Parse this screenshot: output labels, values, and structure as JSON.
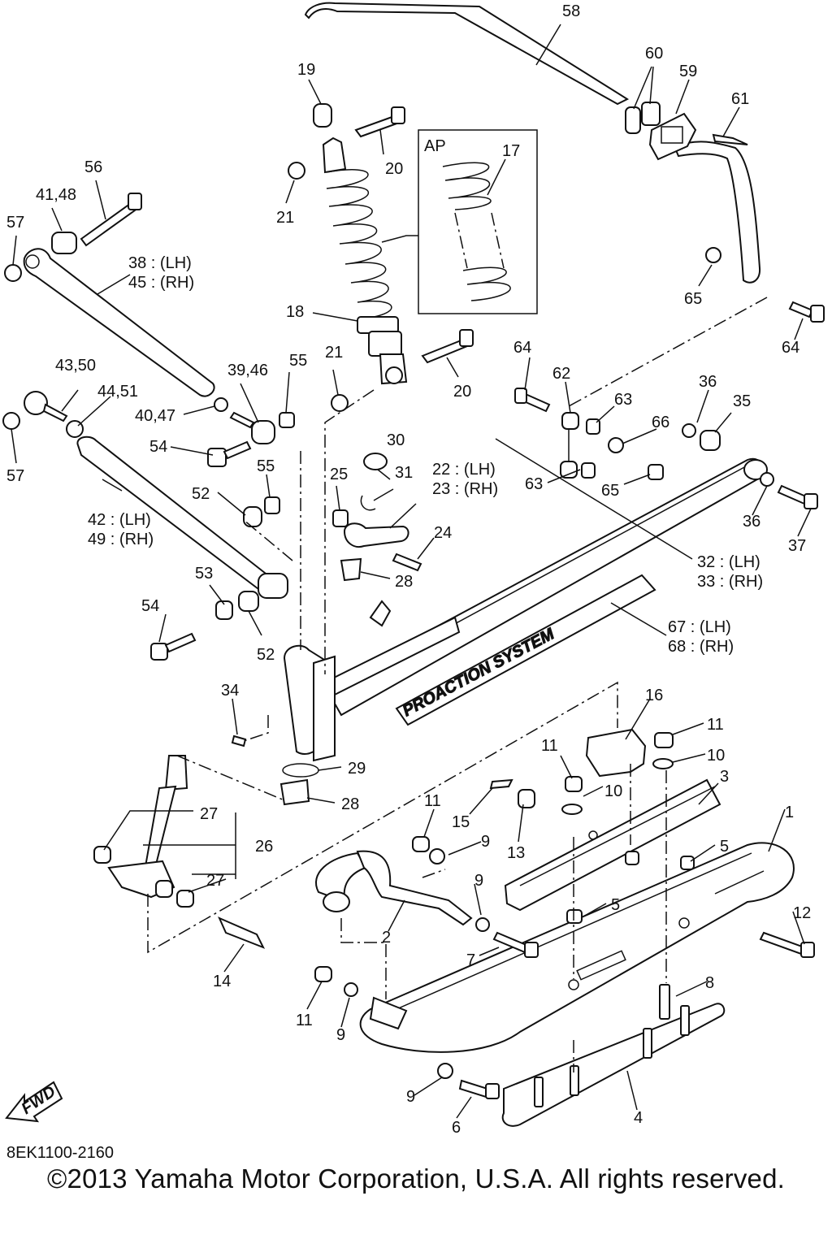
{
  "callouts": {
    "c1": "1",
    "c2": "2",
    "c3": "3",
    "c4": "4",
    "c5a": "5",
    "c5b": "5",
    "c6": "6",
    "c7": "7",
    "c8": "8",
    "c9a": "9",
    "c9b": "9",
    "c9c": "9",
    "c9d": "9",
    "c10a": "10",
    "c10b": "10",
    "c11a": "11",
    "c11b": "11",
    "c11c": "11",
    "c11d": "11",
    "c12": "12",
    "c13": "13",
    "c14": "14",
    "c15": "15",
    "c16": "16",
    "c17": "17",
    "c18": "18",
    "c19": "19",
    "c20a": "20",
    "c20b": "20",
    "c21a": "21",
    "c21b": "21",
    "c22": "22 : (LH)",
    "c23": "23 : (RH)",
    "c24": "24",
    "c25": "25",
    "c26": "26",
    "c27a": "27",
    "c27b": "27",
    "c28a": "28",
    "c28b": "28",
    "c29": "29",
    "c30": "30",
    "c31": "31",
    "c32": "32 : (LH)",
    "c33": "33 : (RH)",
    "c34": "34",
    "c35": "35",
    "c36a": "36",
    "c36b": "36",
    "c37": "37",
    "c38": "38 : (LH)",
    "c45": "45 : (RH)",
    "c3946": "39,46",
    "c4047": "40,47",
    "c4148": "41,48",
    "c42": "42 : (LH)",
    "c49": "49 : (RH)",
    "c4350": "43,50",
    "c4451": "44,51",
    "c52a": "52",
    "c52b": "52",
    "c53": "53",
    "c54a": "54",
    "c54b": "54",
    "c55a": "55",
    "c55b": "55",
    "c56": "56",
    "c57a": "57",
    "c57b": "57",
    "c58": "58",
    "c59": "59",
    "c60": "60",
    "c61": "61",
    "c62": "62",
    "c63a": "63",
    "c63b": "63",
    "c64a": "64",
    "c64b": "64",
    "c65a": "65",
    "c65b": "65",
    "c66": "66",
    "c67": "67 : (LH)",
    "c68": "68 : (RH)",
    "ap": "AP"
  },
  "decal_text": "PROACTION SYSTEM",
  "fwd_label": "FWD",
  "doc_code": "8EK1100-2160",
  "copyright": "©2013 Yamaha Motor Corporation, U.S.A. All rights reserved."
}
